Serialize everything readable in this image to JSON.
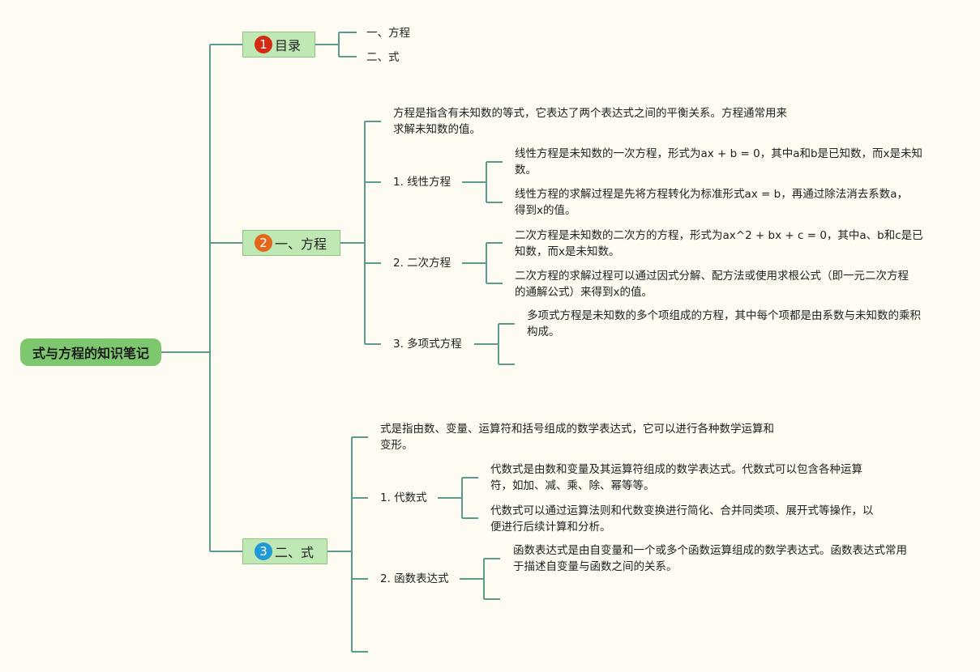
{
  "root": {
    "label": "式与方程的知识笔记"
  },
  "colors": {
    "line": "#5c9a8c",
    "topic_bg": "#bfe8b4",
    "root_bg": "#7dc86e",
    "badge1": "#d42a14",
    "badge2": "#e4661a",
    "badge3": "#1f9ad6"
  },
  "toc": {
    "badge": "1",
    "label": "目录",
    "items": [
      "一、方程",
      "二、式"
    ]
  },
  "equation": {
    "badge": "2",
    "label": "一、方程",
    "definition": "方程是指含有未知数的等式，它表达了两个表达式之间的平衡关系。方程通常用来求解未知数的值。",
    "subtopics": [
      {
        "label": "1. 线性方程",
        "notes": [
          "线性方程是未知数的一次方程，形式为ax + b = 0，其中a和b是已知数，而x是未知数。",
          "线性方程的求解过程是先将方程转化为标准形式ax = b，再通过除法消去系数a，得到x的值。"
        ]
      },
      {
        "label": "2. 二次方程",
        "notes": [
          "二次方程是未知数的二次方的方程，形式为ax^2 + bx + c = 0，其中a、b和c是已知数，而x是未知数。",
          "二次方程的求解过程可以通过因式分解、配方法或使用求根公式（即一元二次方程的通解公式）来得到x的值。"
        ]
      },
      {
        "label": "3. 多项式方程",
        "notes": [
          "多项式方程是未知数的多个项组成的方程，其中每个项都是由系数与未知数的乘积构成。"
        ]
      }
    ]
  },
  "expression": {
    "badge": "3",
    "label": "二、式",
    "definition": "式是指由数、变量、运算符和括号组成的数学表达式，它可以进行各种数学运算和变形。",
    "subtopics": [
      {
        "label": "1. 代数式",
        "notes": [
          "代数式是由数和变量及其运算符组成的数学表达式。代数式可以包含各种运算符，如加、减、乘、除、幂等等。",
          "代数式可以通过运算法则和代数变换进行简化、合并同类项、展开式等操作，以便进行后续计算和分析。"
        ]
      },
      {
        "label": "2. 函数表达式",
        "notes": [
          "函数表达式是由自变量和一个或多个函数运算组成的数学表达式。函数表达式常用于描述自变量与函数之间的关系。"
        ]
      }
    ]
  }
}
